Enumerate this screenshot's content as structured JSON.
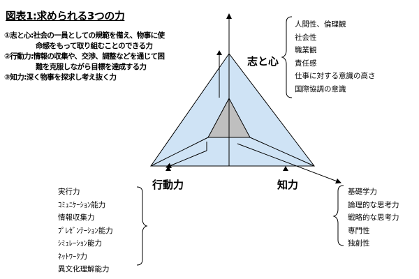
{
  "title": "図表1:求められる3つの力",
  "definitions": [
    {
      "line1": "①志と心:社会の一員としての規範を備え、物事に使",
      "line2": "命感をもって取り組むことのできる力"
    },
    {
      "line1": "②行動力:情報の収集や、交渉、調整などを通じて困",
      "line2": "難を克服しながら目標を達成する力"
    },
    {
      "line1": "③知力:深く物事を探求し考え抜く力",
      "line2": ""
    }
  ],
  "corners": {
    "kokorozashi": "志と心",
    "kodo": "行動力",
    "chi": "知力"
  },
  "lists": {
    "kokorozashi": [
      "人間性、倫理観",
      "社会性",
      "職業観",
      "責任感",
      "仕事に対する意識の高さ",
      "国際協調の意識"
    ],
    "kodo": [
      "実行力",
      "ｺﾐｭﾆｹｰｼｮﾝ能力",
      "情報収集力",
      "ﾌﾟﾚｾﾞﾝﾃｰｼｮﾝ能力",
      "ｼﾐｭﾚｰｼｮﾝ能力",
      "ﾈｯﾄﾜｰｸ力",
      "異文化理解能力"
    ],
    "chi": [
      "基礎学力",
      "論理的な思考力",
      "戦略的な思考力",
      "専門性",
      "独創性"
    ]
  },
  "colors": {
    "triangle_fill": "#cfe3f5",
    "inner_fill": "#bfbfbf",
    "line": "#000000"
  }
}
